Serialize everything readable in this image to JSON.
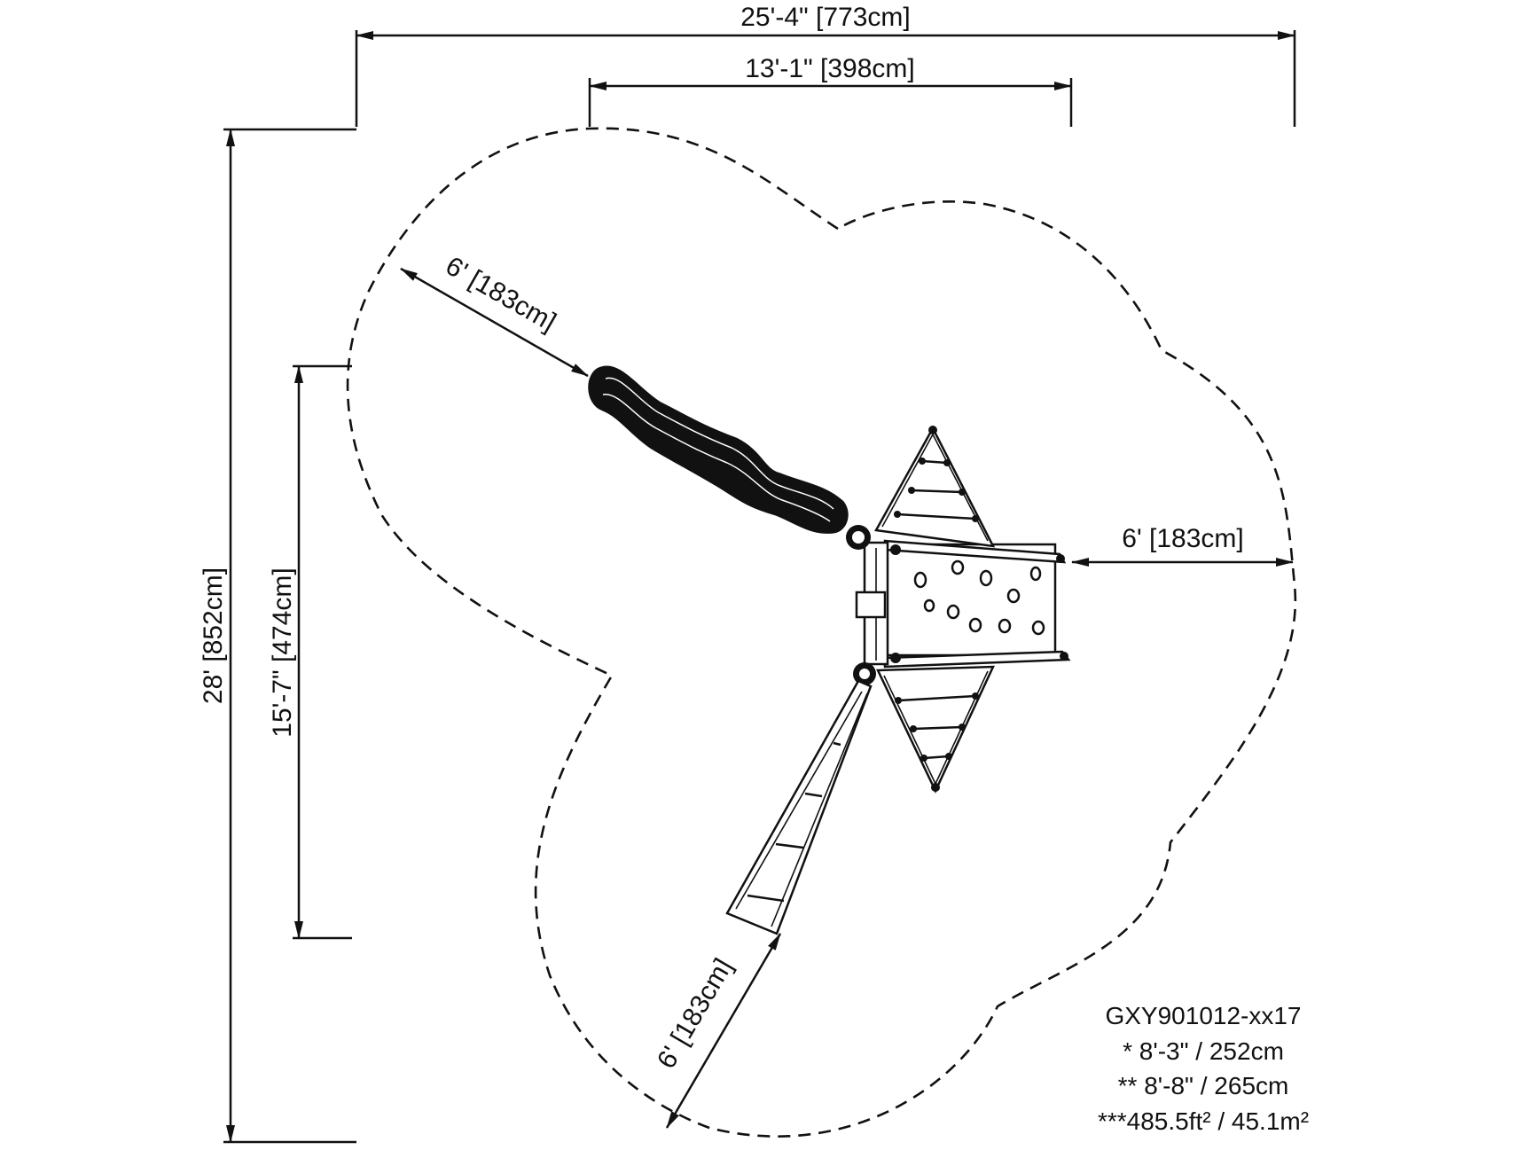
{
  "dimensions": {
    "overall_width": "25'-4\" [773cm]",
    "inner_width": "13'-1\" [398cm]",
    "overall_depth": "28' [852cm]",
    "inner_depth": "15'-7\" [474cm]",
    "slide_clearance": "6' [183cm]",
    "side_clearance": "6' [183cm]",
    "ladder_clearance": "6' [183cm]"
  },
  "info": {
    "model": "GXY901012-xx17",
    "line1": "* 8'-3\" / 252cm",
    "line2": "** 8'-8\" / 265cm",
    "line3": "***485.5ft² / 45.1m²"
  },
  "colors": {
    "line": "#111111",
    "background": "#ffffff"
  }
}
